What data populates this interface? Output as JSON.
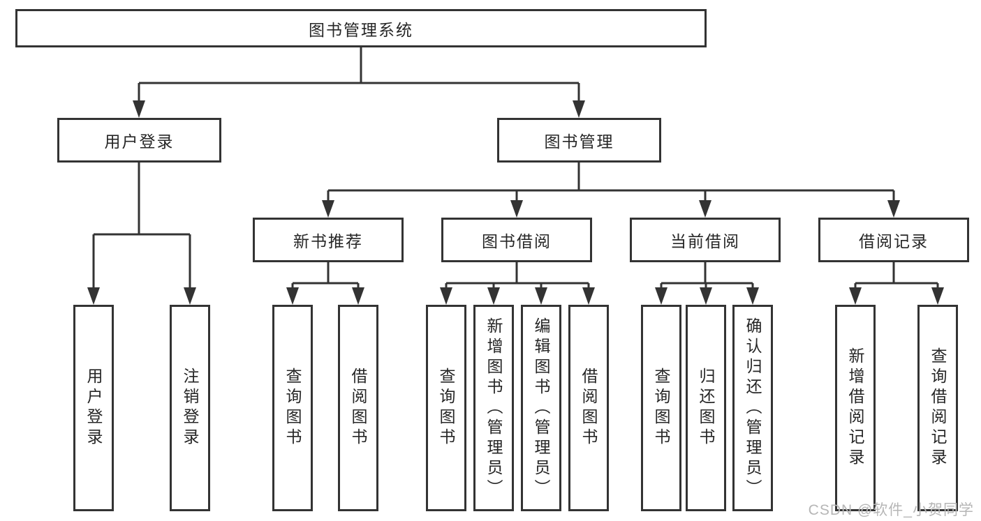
{
  "diagram": {
    "root": {
      "label": "图书管理系统"
    },
    "branches": [
      {
        "label": "用户登录",
        "leaves": [
          "用户登录",
          "注销登录"
        ]
      },
      {
        "label": "图书管理",
        "groups": [
          {
            "label": "新书推荐",
            "leaves": [
              "查询图书",
              "借阅图书"
            ]
          },
          {
            "label": "图书借阅",
            "leaves": [
              "查询图书",
              "新增图书（管理员）",
              "编辑图书（管理员）",
              "借阅图书"
            ]
          },
          {
            "label": "当前借阅",
            "leaves": [
              "查询图书",
              "归还图书",
              "确认归还（管理员）"
            ]
          },
          {
            "label": "借阅记录",
            "leaves": [
              "新增借阅记录",
              "查询借阅记录"
            ]
          }
        ]
      }
    ]
  },
  "watermark": {
    "text": "CSDN @软件_小贺同学"
  },
  "colors": {
    "line": "#333333",
    "box_background": "#ffffff",
    "text": "#262626",
    "watermark": "#b6b6b6"
  }
}
